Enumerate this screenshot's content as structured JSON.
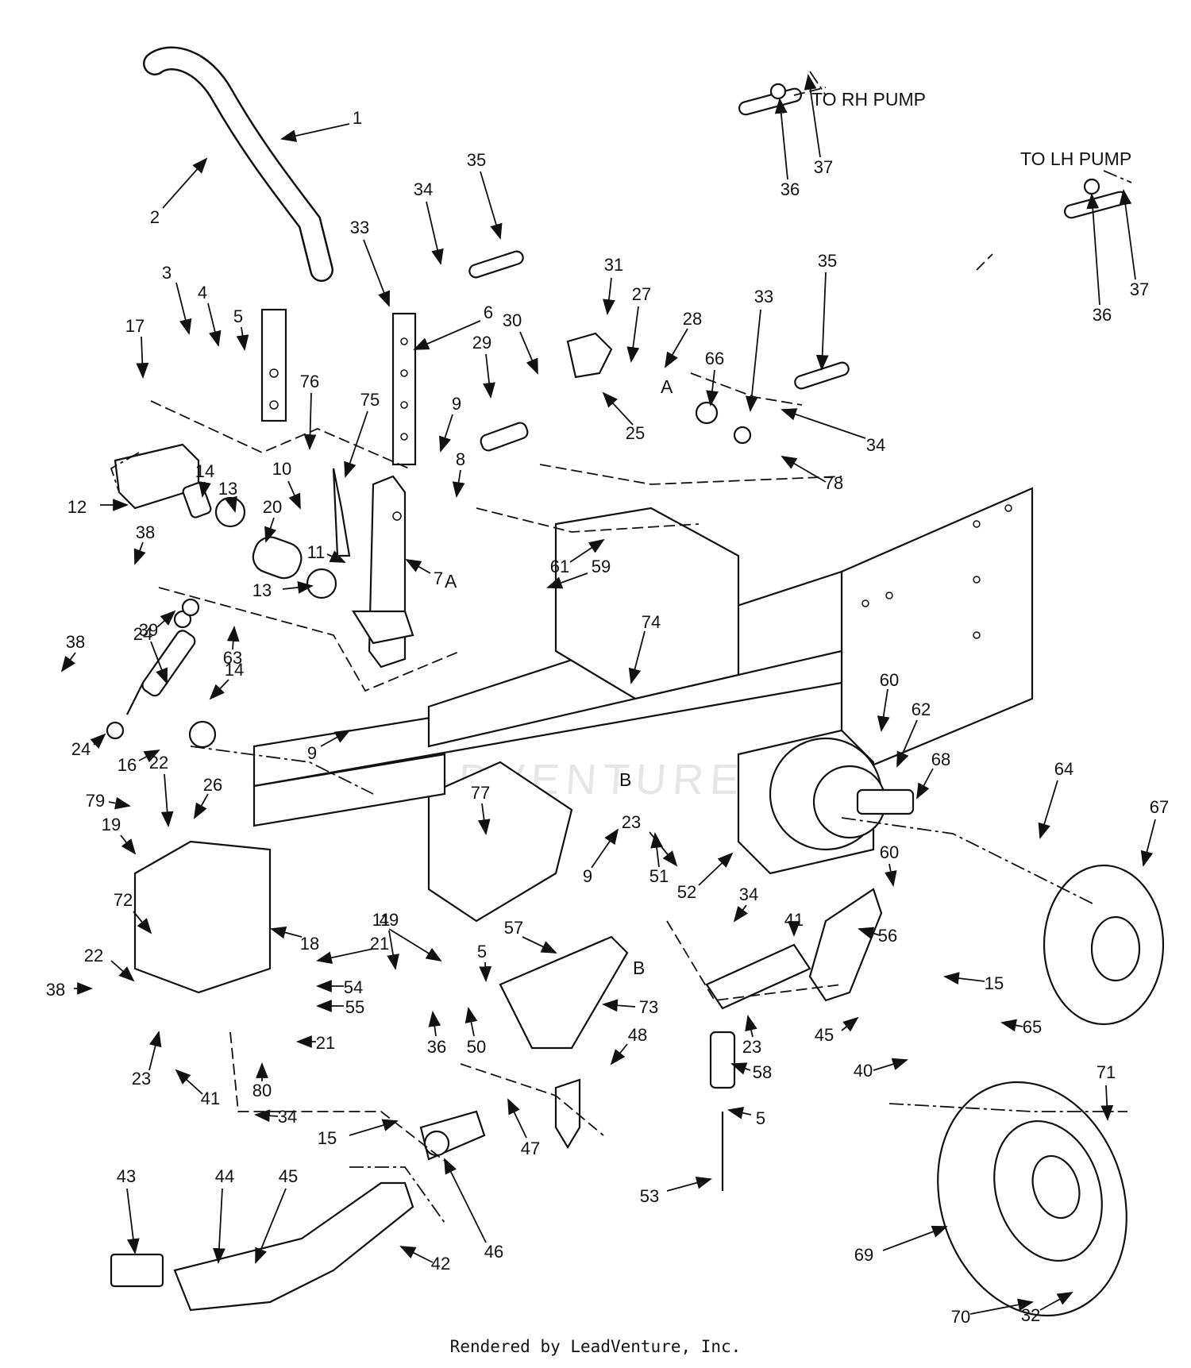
{
  "diagram": {
    "notes": {
      "to_rh_pump": "TO RH PUMP",
      "to_lh_pump": "TO LH PUMP",
      "ref_a": "A",
      "ref_b": "B"
    },
    "watermark": "LEADVENTURE",
    "callouts": [
      {
        "id": "c1",
        "label": "1"
      },
      {
        "id": "c2",
        "label": "2"
      },
      {
        "id": "c3",
        "label": "3"
      },
      {
        "id": "c4",
        "label": "4"
      },
      {
        "id": "c5a",
        "label": "5"
      },
      {
        "id": "c5b",
        "label": "5"
      },
      {
        "id": "c5c",
        "label": "5"
      },
      {
        "id": "c6",
        "label": "6"
      },
      {
        "id": "c7",
        "label": "7"
      },
      {
        "id": "c8",
        "label": "8"
      },
      {
        "id": "c9a",
        "label": "9"
      },
      {
        "id": "c9b",
        "label": "9"
      },
      {
        "id": "c9c",
        "label": "9"
      },
      {
        "id": "c10",
        "label": "10"
      },
      {
        "id": "c11a",
        "label": "11"
      },
      {
        "id": "c11b",
        "label": "11"
      },
      {
        "id": "c12",
        "label": "12"
      },
      {
        "id": "c13a",
        "label": "13"
      },
      {
        "id": "c13b",
        "label": "13"
      },
      {
        "id": "c14a",
        "label": "14"
      },
      {
        "id": "c14b",
        "label": "14"
      },
      {
        "id": "c15a",
        "label": "15"
      },
      {
        "id": "c15b",
        "label": "15"
      },
      {
        "id": "c16",
        "label": "16"
      },
      {
        "id": "c17",
        "label": "17"
      },
      {
        "id": "c18",
        "label": "18"
      },
      {
        "id": "c19",
        "label": "19"
      },
      {
        "id": "c20",
        "label": "20"
      },
      {
        "id": "c21a",
        "label": "21"
      },
      {
        "id": "c21b",
        "label": "21"
      },
      {
        "id": "c22a",
        "label": "22"
      },
      {
        "id": "c22b",
        "label": "22"
      },
      {
        "id": "c23a",
        "label": "23"
      },
      {
        "id": "c23b",
        "label": "23"
      },
      {
        "id": "c23c",
        "label": "23"
      },
      {
        "id": "c24a",
        "label": "24"
      },
      {
        "id": "c24b",
        "label": "24"
      },
      {
        "id": "c25",
        "label": "25"
      },
      {
        "id": "c26",
        "label": "26"
      },
      {
        "id": "c27",
        "label": "27"
      },
      {
        "id": "c28",
        "label": "28"
      },
      {
        "id": "c29",
        "label": "29"
      },
      {
        "id": "c30",
        "label": "30"
      },
      {
        "id": "c31",
        "label": "31"
      },
      {
        "id": "c32",
        "label": "32"
      },
      {
        "id": "c33a",
        "label": "33"
      },
      {
        "id": "c33b",
        "label": "33"
      },
      {
        "id": "c34a",
        "label": "34"
      },
      {
        "id": "c34b",
        "label": "34"
      },
      {
        "id": "c34c",
        "label": "34"
      },
      {
        "id": "c34d",
        "label": "34"
      },
      {
        "id": "c35a",
        "label": "35"
      },
      {
        "id": "c35b",
        "label": "35"
      },
      {
        "id": "c36a",
        "label": "36"
      },
      {
        "id": "c36b",
        "label": "36"
      },
      {
        "id": "c36c",
        "label": "36"
      },
      {
        "id": "c37a",
        "label": "37"
      },
      {
        "id": "c37b",
        "label": "37"
      },
      {
        "id": "c38a",
        "label": "38"
      },
      {
        "id": "c38b",
        "label": "38"
      },
      {
        "id": "c38c",
        "label": "38"
      },
      {
        "id": "c39",
        "label": "39"
      },
      {
        "id": "c40",
        "label": "40"
      },
      {
        "id": "c41a",
        "label": "41"
      },
      {
        "id": "c41b",
        "label": "41"
      },
      {
        "id": "c42",
        "label": "42"
      },
      {
        "id": "c43",
        "label": "43"
      },
      {
        "id": "c44",
        "label": "44"
      },
      {
        "id": "c45a",
        "label": "45"
      },
      {
        "id": "c45b",
        "label": "45"
      },
      {
        "id": "c46",
        "label": "46"
      },
      {
        "id": "c47a",
        "label": "47"
      },
      {
        "id": "c48",
        "label": "48"
      },
      {
        "id": "c49",
        "label": "49"
      },
      {
        "id": "c50",
        "label": "50"
      },
      {
        "id": "c51",
        "label": "51"
      },
      {
        "id": "c52",
        "label": "52"
      },
      {
        "id": "c53",
        "label": "53"
      },
      {
        "id": "c54",
        "label": "54"
      },
      {
        "id": "c55",
        "label": "55"
      },
      {
        "id": "c56",
        "label": "56"
      },
      {
        "id": "c57",
        "label": "57"
      },
      {
        "id": "c58",
        "label": "58"
      },
      {
        "id": "c59",
        "label": "59"
      },
      {
        "id": "c60a",
        "label": "60"
      },
      {
        "id": "c60b",
        "label": "60"
      },
      {
        "id": "c61",
        "label": "61"
      },
      {
        "id": "c62",
        "label": "62"
      },
      {
        "id": "c63",
        "label": "63"
      },
      {
        "id": "c64",
        "label": "64"
      },
      {
        "id": "c65",
        "label": "65"
      },
      {
        "id": "c66",
        "label": "66"
      },
      {
        "id": "c67",
        "label": "67"
      },
      {
        "id": "c68",
        "label": "68"
      },
      {
        "id": "c69",
        "label": "69"
      },
      {
        "id": "c70",
        "label": "70"
      },
      {
        "id": "c71",
        "label": "71"
      },
      {
        "id": "c72",
        "label": "72"
      },
      {
        "id": "c73",
        "label": "73"
      },
      {
        "id": "c74",
        "label": "74"
      },
      {
        "id": "c75",
        "label": "75"
      },
      {
        "id": "c76",
        "label": "76"
      },
      {
        "id": "c77",
        "label": "77"
      },
      {
        "id": "c78",
        "label": "78"
      },
      {
        "id": "c79",
        "label": "79"
      },
      {
        "id": "c80",
        "label": "80"
      }
    ]
  },
  "footer": {
    "text": "Rendered by LeadVenture, Inc."
  }
}
